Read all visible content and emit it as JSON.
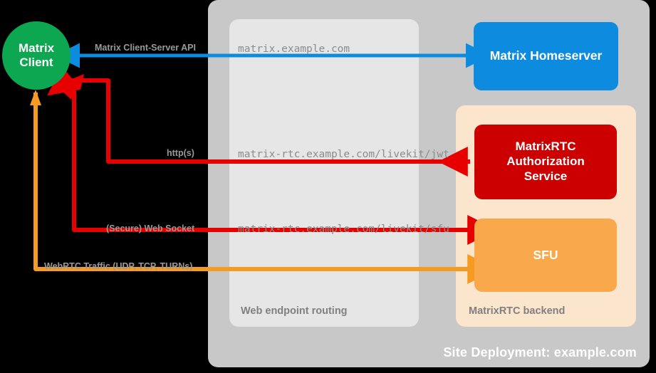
{
  "diagram": {
    "site": {
      "label": "Site Deployment: example.com",
      "color": "#c8c8c8"
    },
    "routing": {
      "label": "Web endpoint routing",
      "color": "#e6e6e6"
    },
    "backend": {
      "label": "MatrixRTC backend",
      "color": "#fce5cd"
    }
  },
  "nodes": {
    "client": {
      "line1": "Matrix",
      "line2": "Client",
      "color": "#0ca750"
    },
    "homeserver": {
      "label": "Matrix Homeserver",
      "color": "#0d8cdf"
    },
    "auth": {
      "line1": "MatrixRTC",
      "line2": "Authorization",
      "line3": "Service",
      "color": "#cc0000"
    },
    "sfu": {
      "label": "SFU",
      "color": "#f9a94c"
    }
  },
  "edges": {
    "cs_api": {
      "label": "Matrix Client-Server API",
      "url": "matrix.example.com",
      "color": "#0d8cdf"
    },
    "jwt": {
      "label": "http(s)",
      "url": "matrix-rtc.example.com/livekit/jwt",
      "color": "#e60000"
    },
    "websocket": {
      "label": "(Secure) Web Socket",
      "url": "matrix-rtc.example.com/livekit/sfu",
      "color": "#e60000"
    },
    "webrtc": {
      "label": "WebRTC Traffic (UDP, TCP, TURNs)",
      "url": "",
      "color": "#f59a23"
    }
  }
}
